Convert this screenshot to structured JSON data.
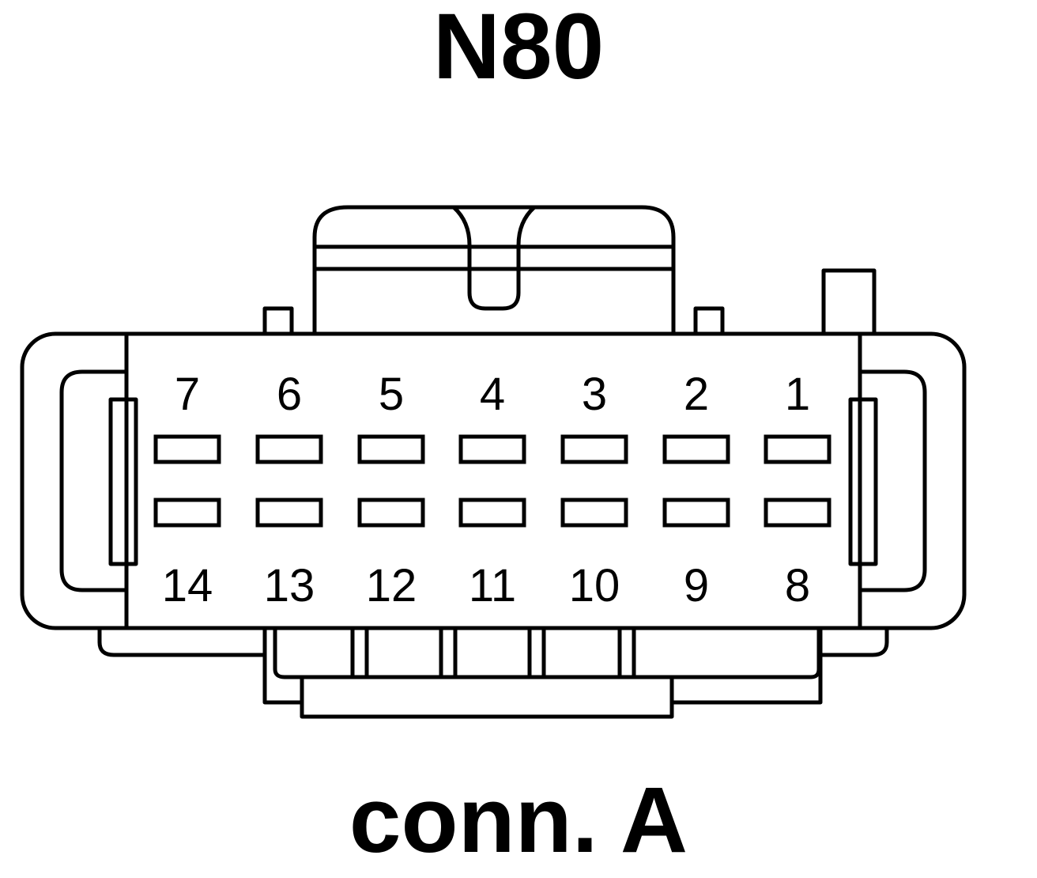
{
  "diagram": {
    "title": "N80",
    "caption": "conn. A",
    "pins": {
      "top_row": [
        "7",
        "6",
        "5",
        "4",
        "3",
        "2",
        "1"
      ],
      "bottom_row": [
        "14",
        "13",
        "12",
        "11",
        "10",
        "9",
        "8"
      ]
    }
  }
}
